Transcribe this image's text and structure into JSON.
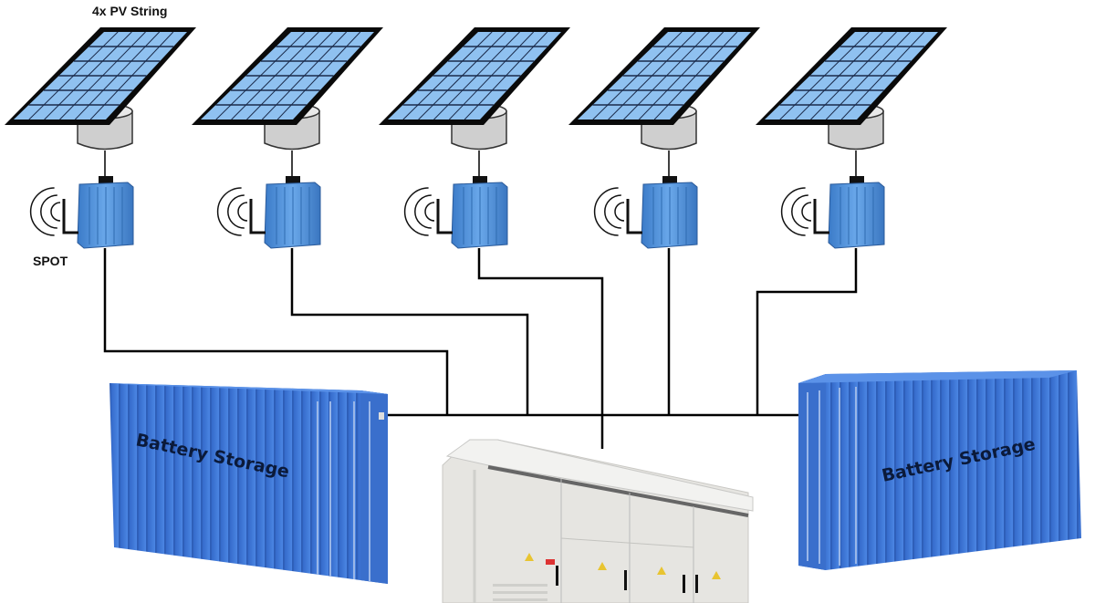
{
  "labels": {
    "pv_string": "4x PV String",
    "spot": "SPOT",
    "battery_left": "Battery Storage",
    "battery_right": "Battery Storage"
  },
  "units": {
    "pv_string_count": 5,
    "battery_count": 2,
    "inverter_count": 1
  },
  "colors": {
    "panel_cell": "#8fc1f0",
    "panel_frame": "#0a0a0a",
    "spot_box": "#4b8fd6",
    "container": "#3f78d8",
    "inverter": "#e4e3df",
    "wire": "#000000"
  }
}
